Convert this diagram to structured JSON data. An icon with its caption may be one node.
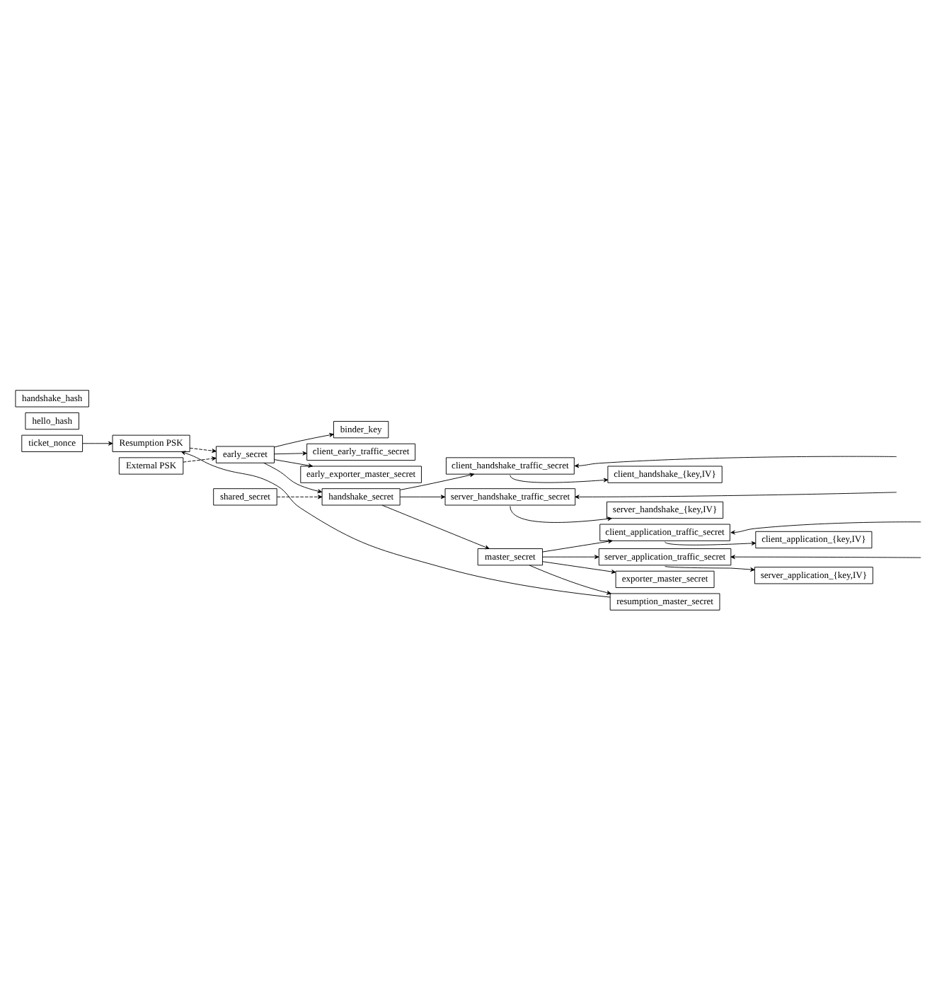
{
  "diagram": {
    "nodes": [
      {
        "text": [
          "ticket_nonce"
        ]
      },
      {
        "text": [
          "Resumption PSK"
        ]
      },
      {
        "text": [
          "External PSK"
        ]
      },
      {
        "text": [
          "early_secret"
        ]
      },
      {
        "text": [
          "binder_key"
        ]
      },
      {
        "text": [
          "client_early_traffic_secret"
        ]
      },
      {
        "text": [
          "early_exporter_master_secret"
        ]
      },
      {
        "text": [
          "shared_secret"
        ]
      },
      {
        "text": [
          "handshake_secret"
        ]
      },
      {
        "text": [
          "hello_hash"
        ]
      },
      {
        "text": [
          "client_handshake_traffic_secret"
        ]
      },
      {
        "text": [
          "client_handshake_{key,IV}"
        ]
      },
      {
        "text": [
          "server_handshake_traffic_secret"
        ]
      },
      {
        "text": [
          "server_handshake_{key,IV}"
        ]
      },
      {
        "text": [
          "master_secret"
        ]
      },
      {
        "text": [
          "handshake_hash"
        ]
      },
      {
        "text": [
          "client_application_traffic_secret"
        ]
      },
      {
        "text": [
          "client_application_{key,IV}"
        ]
      },
      {
        "text": [
          "server_application_traffic_secret"
        ]
      },
      {
        "text": [
          "server_application_{key,IV}"
        ]
      },
      {
        "text": [
          "exporter_master_secret"
        ]
      },
      {
        "text": [
          "resumption_master_secret"
        ]
      }
    ],
    "edges": [
      {
        "from": 0,
        "to": 1,
        "arrow": "to"
      },
      {
        "from": 1,
        "to": 3,
        "arrow": "to",
        "style": "dashed"
      },
      {
        "from": 2,
        "to": 3,
        "arrow": "to",
        "style": "dashed"
      },
      {
        "from": 3,
        "to": 4,
        "arrow": "to"
      },
      {
        "from": 3,
        "to": 5,
        "arrow": "to"
      },
      {
        "from": 3,
        "to": 6,
        "arrow": "to"
      },
      {
        "from": 3,
        "to": 8,
        "arrow": "to"
      },
      {
        "from": 7,
        "to": 8,
        "arrow": "to",
        "style": "dashed"
      },
      {
        "from": 8,
        "to": 10,
        "arrow": "to"
      },
      {
        "from": 10,
        "to": 11,
        "arrow": "to"
      },
      {
        "from": null,
        "to": 10,
        "arrow": "to"
      },
      {
        "from": 8,
        "to": 12,
        "arrow": "to"
      },
      {
        "from": 12,
        "to": 13,
        "arrow": "to"
      },
      {
        "from": null,
        "to": 12,
        "arrow": "to"
      },
      {
        "from": 8,
        "to": 14,
        "arrow": "to"
      },
      {
        "from": 14,
        "to": 16,
        "arrow": "to"
      },
      {
        "from": 16,
        "to": 17,
        "arrow": "to"
      },
      {
        "from": null,
        "to": 16,
        "arrow": "to"
      },
      {
        "from": 14,
        "to": 18,
        "arrow": "to"
      },
      {
        "from": 18,
        "to": 19,
        "arrow": "to"
      },
      {
        "from": null,
        "to": 18,
        "arrow": "to"
      },
      {
        "from": 14,
        "to": 20,
        "arrow": "to"
      },
      {
        "from": 14,
        "to": 21,
        "arrow": "to"
      },
      {
        "from": 21,
        "to": 1,
        "arrow": "to"
      }
    ]
  }
}
